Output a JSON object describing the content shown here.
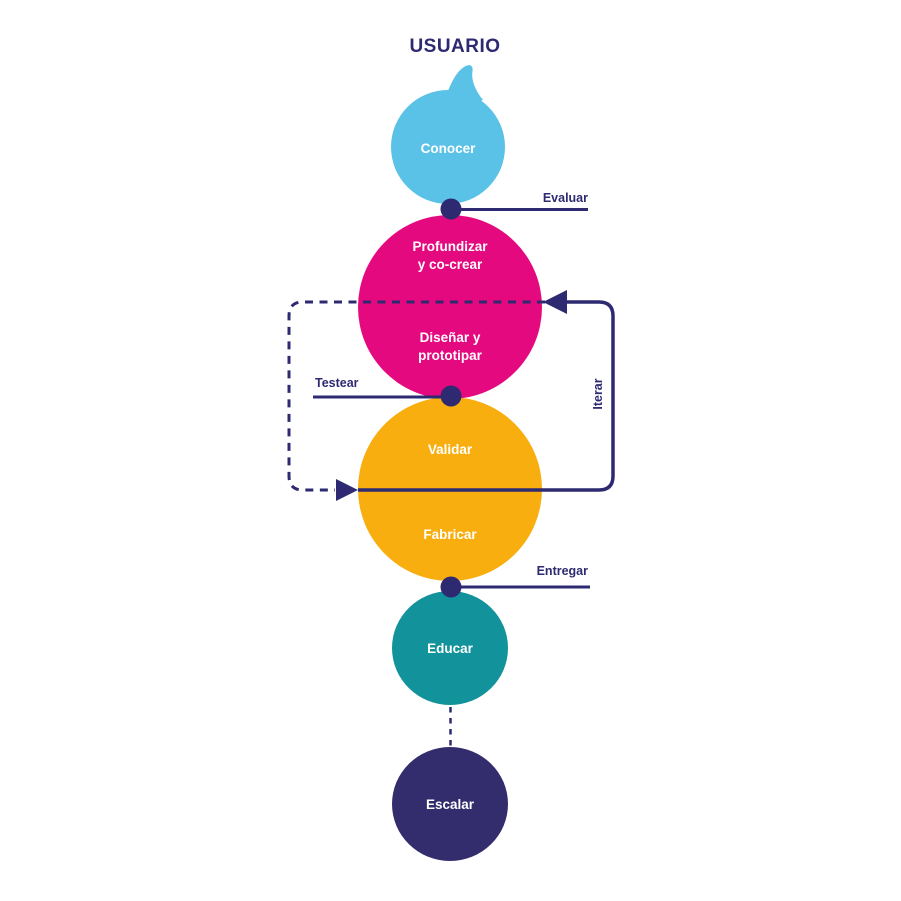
{
  "title": "USUARIO",
  "palette": {
    "ink": "#2E2A71",
    "blue": "#5BC2E7",
    "magenta": "#E5097F",
    "yellow": "#F8AE0E",
    "teal": "#12929B",
    "navy": "#332D6E"
  },
  "nodes": [
    {
      "name": "conocer",
      "label": "Conocer",
      "color": "#5BC2E7"
    },
    {
      "name": "profundizar-cocrear",
      "label": "Profundizar\ny co-crear",
      "color": "#E5097F"
    },
    {
      "name": "disenar-prototipar",
      "label": "Diseñar y\nprototipar",
      "color": "#E5097F"
    },
    {
      "name": "validar",
      "label": "Validar",
      "color": "#F8AE0E"
    },
    {
      "name": "fabricar",
      "label": "Fabricar",
      "color": "#F8AE0E"
    },
    {
      "name": "educar",
      "label": "Educar",
      "color": "#12929B"
    },
    {
      "name": "escalar",
      "label": "Escalar",
      "color": "#332D6E"
    }
  ],
  "edge_labels": {
    "evaluar": "Evaluar",
    "testear": "Testear",
    "entregar": "Entregar",
    "iterar": "Iterar"
  }
}
